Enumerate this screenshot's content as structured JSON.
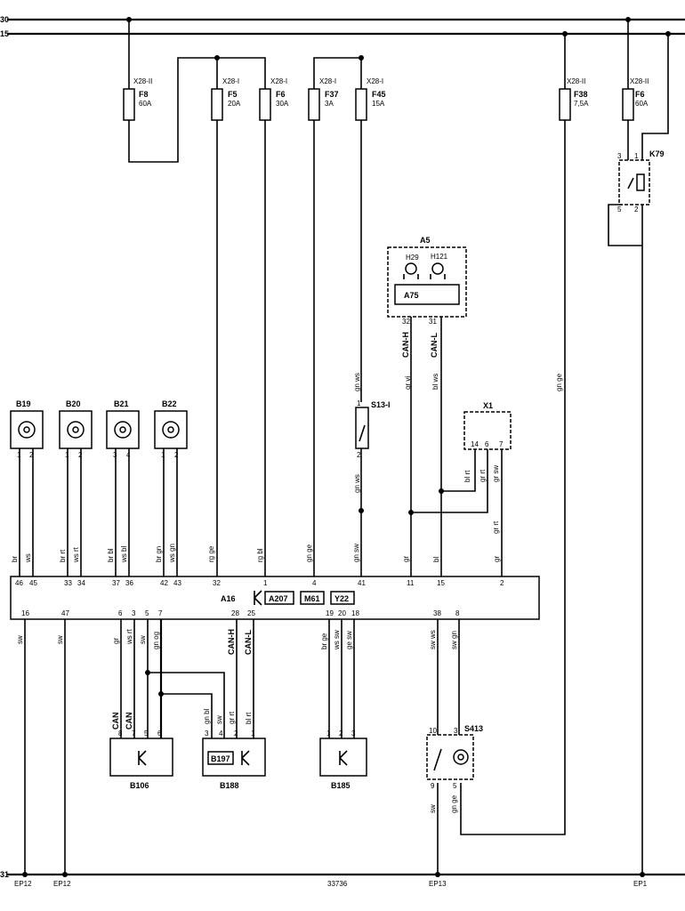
{
  "rails": {
    "top1": "30",
    "top2": "15",
    "bottom": "31"
  },
  "fuses": [
    {
      "id": "F8",
      "rating": "60A",
      "conn": "X28-II"
    },
    {
      "id": "F5",
      "rating": "20A",
      "conn": "X28-I"
    },
    {
      "id": "F6",
      "rating": "30A",
      "conn": "X28-I"
    },
    {
      "id": "F37",
      "rating": "3A",
      "conn": "X28-I"
    },
    {
      "id": "F45",
      "rating": "15A",
      "conn": "X28-I"
    },
    {
      "id": "F38",
      "rating": "7,5A",
      "conn": "X28-II"
    },
    {
      "id": "F6",
      "rating": "60A",
      "conn": "X28-II"
    }
  ],
  "relay": {
    "id": "K79",
    "pins": [
      "3",
      "1",
      "5",
      "2"
    ]
  },
  "cluster": {
    "id": "A5",
    "lamp1": "H29",
    "lamp2": "H121",
    "module": "A75",
    "pins": [
      "32",
      "31"
    ],
    "can_h": "CAN-H",
    "can_l": "CAN-L",
    "wire1": "gr vi",
    "wire2": "bl ws"
  },
  "switch_s13": {
    "id": "S13-I",
    "pin_top": "1",
    "pin_bot": "2",
    "wire_top": "gn ws",
    "wire_bot": "gn ws"
  },
  "connector_x1": {
    "id": "X1",
    "pins": [
      "14",
      "6",
      "7"
    ],
    "wires": [
      "bl rt",
      "gr rt",
      "gr sw"
    ]
  },
  "sensors": [
    {
      "id": "B19",
      "pins": [
        "1",
        "2"
      ],
      "wires": [
        "br",
        "ws"
      ],
      "a16pins": [
        "46",
        "45"
      ]
    },
    {
      "id": "B20",
      "pins": [
        "1",
        "2"
      ],
      "wires": [
        "br rt",
        "ws rt"
      ],
      "a16pins": [
        "33",
        "34"
      ]
    },
    {
      "id": "B21",
      "pins": [
        "3",
        "4"
      ],
      "wires": [
        "br bl",
        "ws bl"
      ],
      "a16pins": [
        "37",
        "36"
      ]
    },
    {
      "id": "B22",
      "pins": [
        "1",
        "2"
      ],
      "wires": [
        "br gn",
        "ws gn"
      ],
      "a16pins": [
        "42",
        "43"
      ]
    }
  ],
  "a16": {
    "id": "A16",
    "subs": [
      "A207",
      "M61",
      "Y22"
    ],
    "top_pins": [
      "32",
      "1",
      "4",
      "41",
      "11",
      "15",
      "2"
    ],
    "top_wires": [
      "rg ge",
      "rg bl",
      "gn ge",
      "gn sw",
      "gr",
      "bl",
      "gr"
    ],
    "bottom_pins": [
      "16",
      "47",
      "6",
      "3",
      "5",
      "7",
      "28",
      "25",
      "19",
      "20",
      "18",
      "38",
      "8"
    ],
    "bottom_wires": [
      "sw",
      "sw",
      "gr",
      "ws rt",
      "sw",
      "gn og",
      "CAN-H",
      "CAN-L",
      "br ge",
      "ws sw",
      "ge sw",
      "sw ws",
      "sw gn"
    ]
  },
  "b106": {
    "id": "B106",
    "pins": [
      "8",
      "7",
      "5",
      "6"
    ],
    "can": [
      "CAN",
      "CAN"
    ]
  },
  "b188": {
    "id": "B188",
    "sub": "B197",
    "pins": [
      "3",
      "4",
      "2",
      "1"
    ],
    "wires": [
      "gn bl",
      "sw",
      "gr rt",
      "bl rt"
    ]
  },
  "b185": {
    "id": "B185",
    "pins": [
      "1",
      "2",
      "3"
    ]
  },
  "s413": {
    "id": "S413",
    "pins": [
      "10",
      "3",
      "9",
      "5"
    ],
    "wires": [
      "sw",
      "gn ge"
    ]
  },
  "crossing_wires": {
    "x1_down": "gr rt",
    "x28_f38": "gn ge"
  },
  "grounds": [
    "EP12",
    "EP12",
    "EP13",
    "EP1"
  ],
  "doc_number": "33736"
}
